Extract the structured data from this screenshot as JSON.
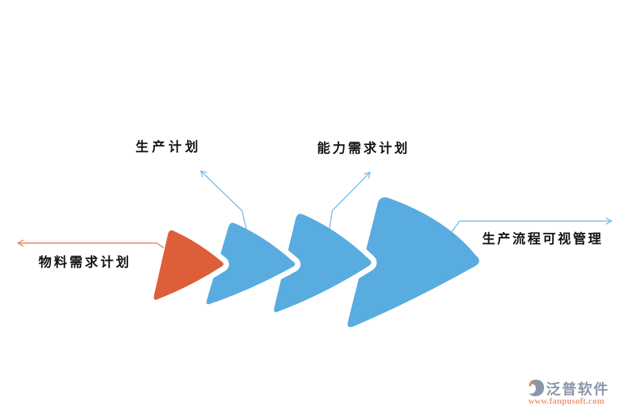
{
  "diagram": {
    "labels": {
      "production_plan": "生产计划",
      "capacity_plan": "能力需求计划",
      "material_plan": "物料需求计划",
      "visual_mgmt": "生产流程可视管理"
    },
    "colors": {
      "chevron_orange": "#DC5F3A",
      "chevron_blue": "#58ACDF",
      "connector_blue": "#70B7E8",
      "connector_orange": "#E87C50",
      "label_text": "#141414"
    }
  },
  "watermark": {
    "logo_icon": "fanpu-logo",
    "brand": "泛普软件",
    "url": "www.fanpusoft.com",
    "brand_color": "#8C96AA",
    "url_color": "#ED9C7D"
  }
}
